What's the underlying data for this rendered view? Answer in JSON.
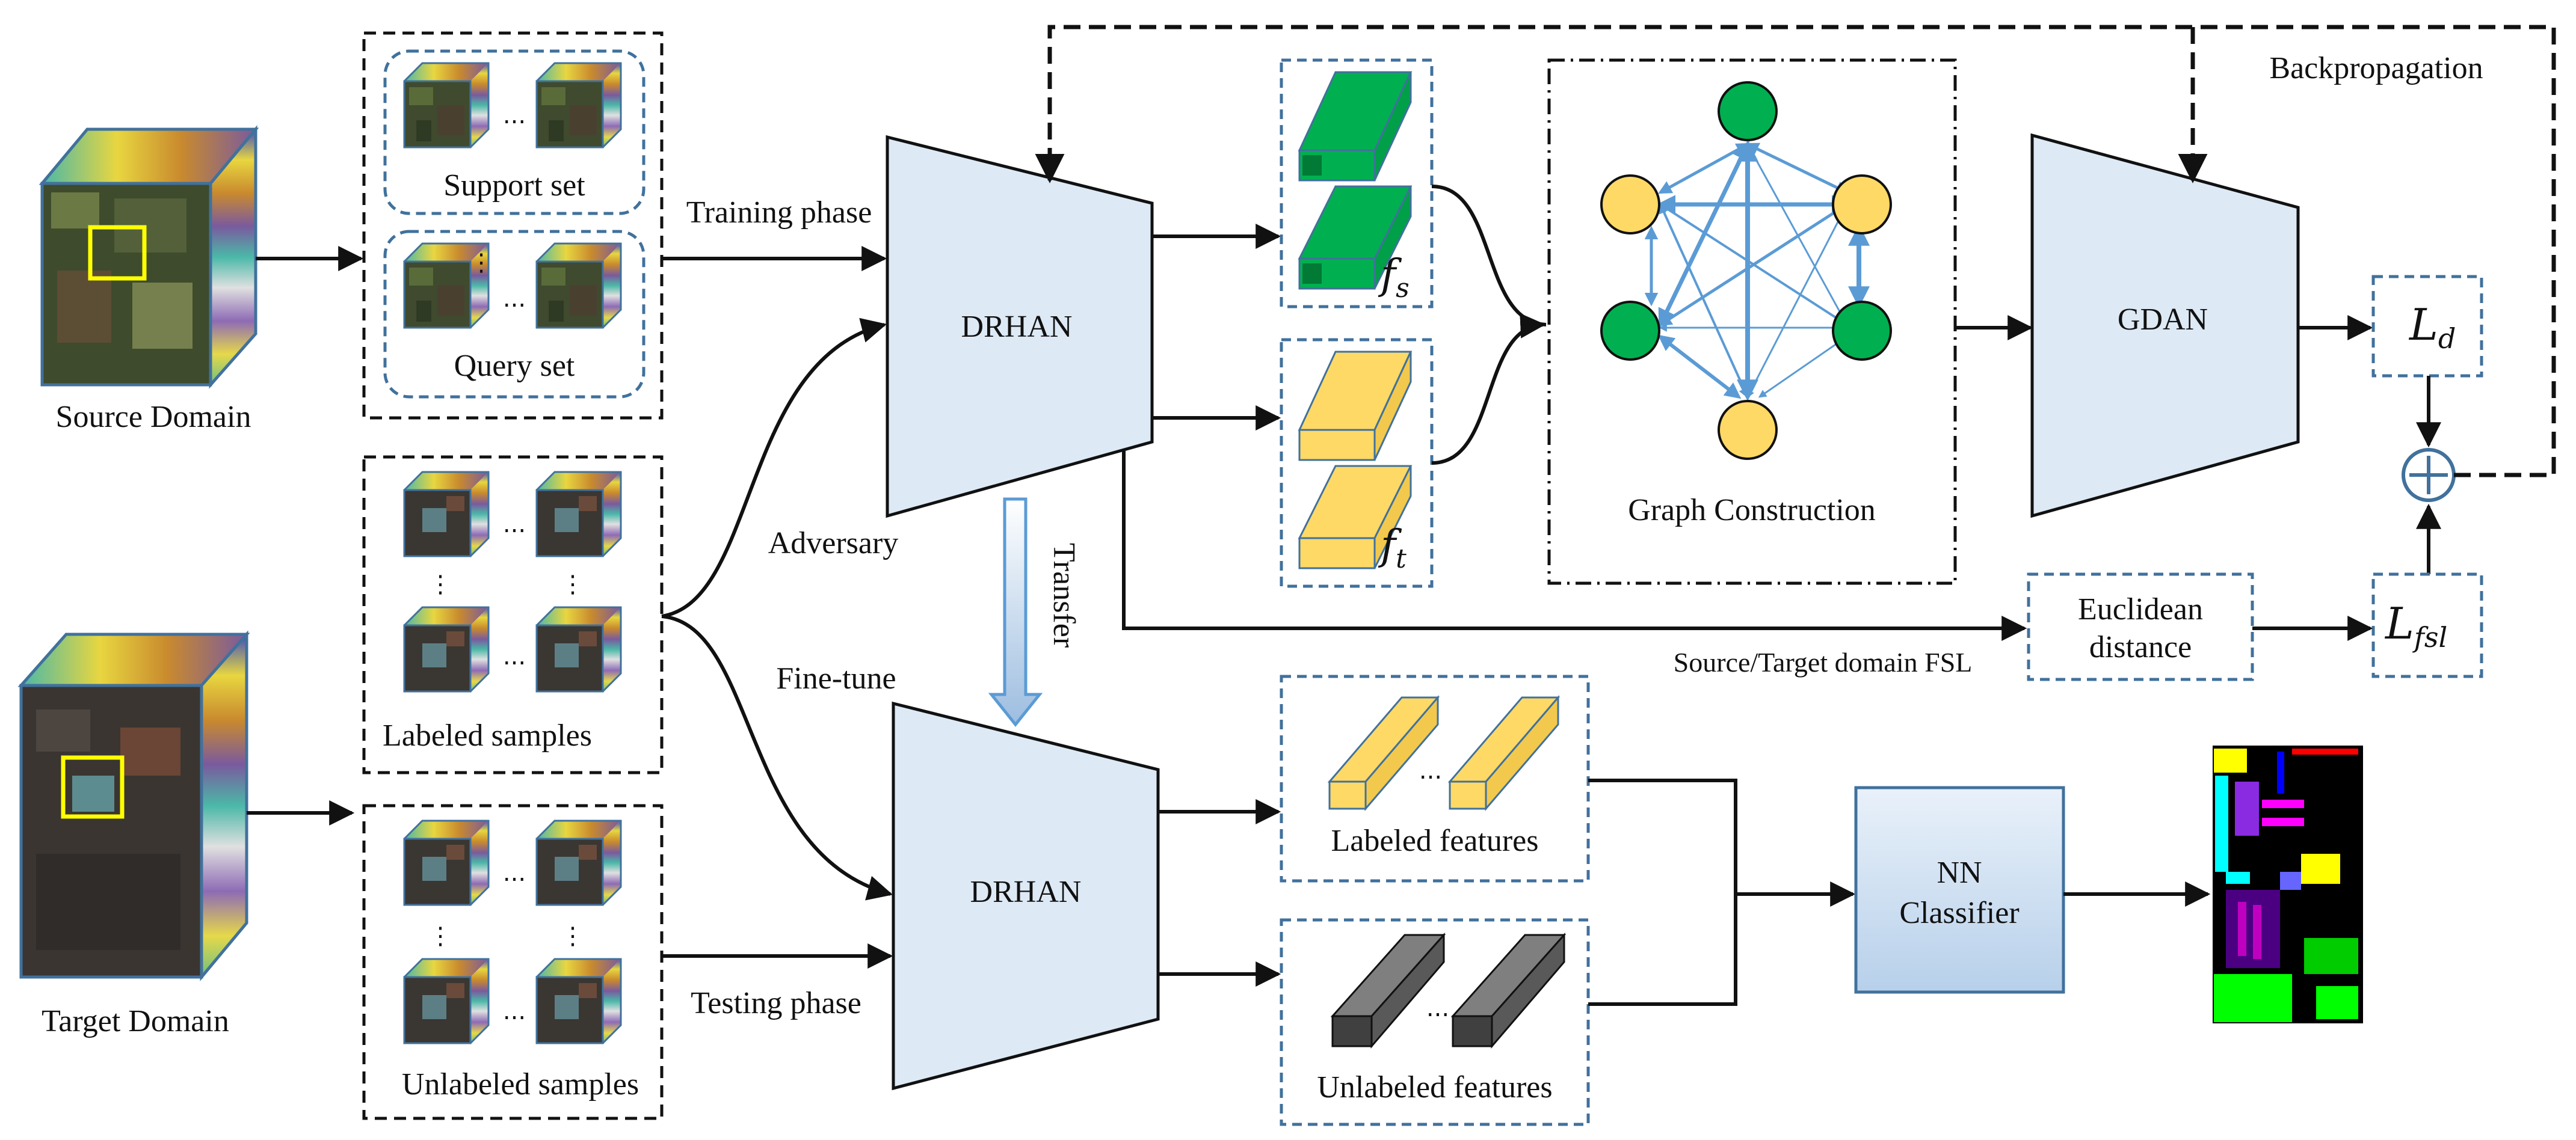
{
  "labels": {
    "source_domain": "Source Domain",
    "target_domain": "Target Domain",
    "support_set": "Support set",
    "query_set": "Query set",
    "labeled_samples": "Labeled samples",
    "unlabeled_samples": "Unlabeled samples",
    "training_phase": "Training phase",
    "testing_phase": "Testing phase",
    "adversary": "Adversary",
    "fine_tune": "Fine-tune",
    "transfer": "Transfer",
    "drhan_top": "DRHAN",
    "drhan_bottom": "DRHAN",
    "gdan": "GDAN",
    "graph_construction": "Graph Construction",
    "backpropagation": "Backpropagation",
    "euclidean_1": "Euclidean",
    "euclidean_2": "distance",
    "fsl_caption": "Source/Target domain FSL",
    "labeled_features": "Labeled features",
    "unlabeled_features": "Unlabeled features",
    "nn_1": "NN",
    "nn_2": "Classifier",
    "ellipsis": "...",
    "vdots": "⋮"
  },
  "math": {
    "fs_main": "f",
    "fs_sub": "s",
    "ft_main": "f",
    "ft_sub": "t",
    "ld_main": "L",
    "ld_sub": "d",
    "lfsl_main": "L",
    "lfsl_sub": "fsl",
    "plus": "+"
  },
  "colors": {
    "box_stroke": "#41719c",
    "net_fill": "#dde9f5",
    "green_fill": "#00b050",
    "yellow_fill": "#ffd966",
    "gray_fill": "#595959",
    "graph_edge": "#5b9bd5"
  }
}
